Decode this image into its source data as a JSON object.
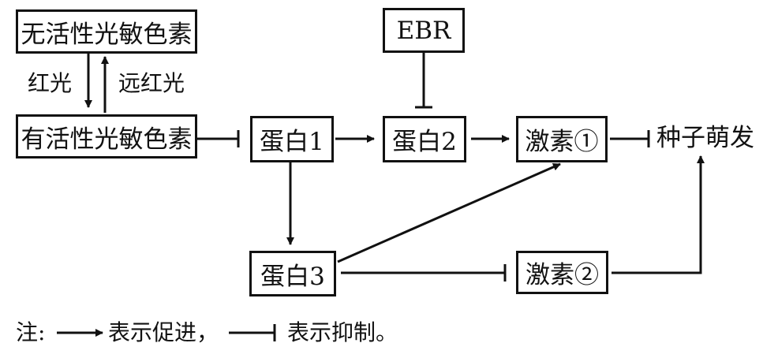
{
  "nodes": {
    "inactive_phytochrome": "无活性光敏色素",
    "active_phytochrome": "有活性光敏色素",
    "ebr": "EBR",
    "protein1": "蛋白1",
    "protein2": "蛋白2",
    "protein3": "蛋白3",
    "hormone1": "激素①",
    "hormone2": "激素②",
    "germination": "种子萌发"
  },
  "edge_labels": {
    "red_light": "红光",
    "far_red_light": "远红光"
  },
  "legend": {
    "prefix": "注:",
    "promote": "表示促进，",
    "inhibit": "表示抑制。"
  }
}
